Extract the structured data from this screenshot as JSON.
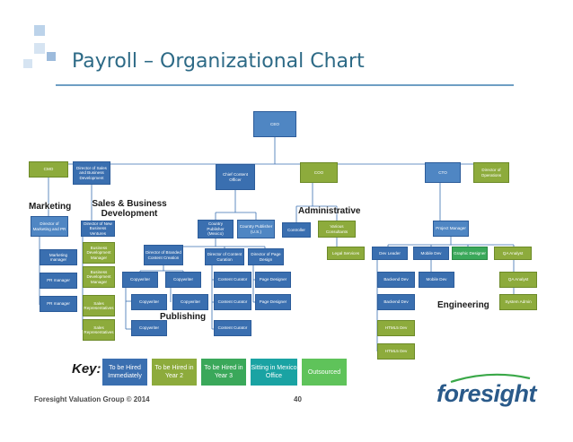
{
  "title": "Payroll – Organizational Chart",
  "departments": {
    "marketing": "Marketing",
    "sales": "Sales & Business Development",
    "administrative": "Administrative",
    "publishing": "Publishing",
    "engineering": "Engineering"
  },
  "nodes": {
    "ceo": "CEO",
    "cmo": "CMO",
    "dir_sales": "Director of Sales and Business Development",
    "chief_content": "Chief Content Officer",
    "coo": "COO",
    "cto": "CTO",
    "dir_operations": "Director of Operations",
    "dir_marketing_pr": "Director of Marketing and PR",
    "marketing_manager": "Marketing manager",
    "pr_manager_1": "PR manager",
    "pr_manager_2": "PR manager",
    "dir_new_ventures": "Director of New Business Ventures",
    "bdm_1": "Business Development Manager",
    "bdm_2": "Business Development Manager",
    "sales_rep_1": "Sales Representatives",
    "sales_rep_2": "Sales Representatives",
    "publisher_mexico": "Country Publisher (Mexico)",
    "publisher_us": "Country Publisher (U.S.)",
    "dir_branded": "Director of Branded Content Creation",
    "dir_content_curation": "Director of Content Curation",
    "dir_page_design": "Director of Page Design",
    "copywriter_1": "Copywriter",
    "copywriter_2": "Copywriter",
    "copywriter_3": "Copywriter",
    "copywriter_4": "Copywriter",
    "copywriter_5": "Copywriter",
    "content_curator_1": "Content Curator",
    "content_curator_2": "Content Curator",
    "content_curator_3": "Content Curator",
    "page_designer_1": "Page Designer",
    "page_designer_2": "Page Designer",
    "controller": "Controller",
    "various_consultants": "Various Consultants",
    "legal_services": "Legal Services",
    "project_manager": "Project Manager",
    "dev_leader": "Dev Leader",
    "mobile_dev_1": "Mobile Dev",
    "mobile_dev_2": "Mobile Dev",
    "graphic_designer": "Graphic Designer",
    "qa_analyst_1": "QA Analyst",
    "qa_analyst_2": "QA Analyst",
    "system_admin": "System Admin",
    "backend_dev_1": "Backend Dev",
    "backend_dev_2": "Backend Dev",
    "html5_dev_1": "HTML5 Dev",
    "html5_dev_2": "HTML5 Dev"
  },
  "key": {
    "label": "Key:",
    "hired_now": "To be Hired Immediately",
    "hired_year2": "To be Hired in Year 2",
    "hired_year3": "To be Hired in Year 3",
    "mexico_office": "Sitting in Mexico Office",
    "outsourced": "Outsourced"
  },
  "footer": {
    "company": "Foresight Valuation Group © 2014",
    "page": "40"
  },
  "logo": {
    "text_main": "foresight",
    "text_dot": ""
  },
  "colors": {
    "title": "#2d6a86",
    "immediate": "#3a6fb0",
    "year2": "#8dab3c",
    "year3": "#3aa85a",
    "mexico": "#1aa3a3",
    "outsourced": "#4db84a"
  }
}
